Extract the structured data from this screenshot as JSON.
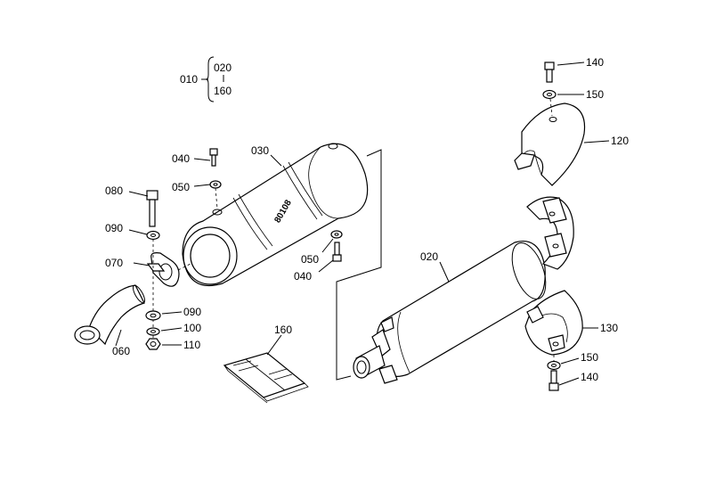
{
  "group": {
    "main": "010",
    "range_start": "020",
    "range_end": "160"
  },
  "labels": {
    "l020": "020",
    "l030": "030",
    "l040a": "040",
    "l040b": "040",
    "l050a": "050",
    "l050b": "050",
    "l060": "060",
    "l070": "070",
    "l080": "080",
    "l090a": "090",
    "l090b": "090",
    "l100": "100",
    "l110": "110",
    "l120": "120",
    "l130": "130",
    "l140a": "140",
    "l140b": "140",
    "l150a": "150",
    "l150b": "150",
    "l160": "160"
  },
  "stamp": "80108"
}
